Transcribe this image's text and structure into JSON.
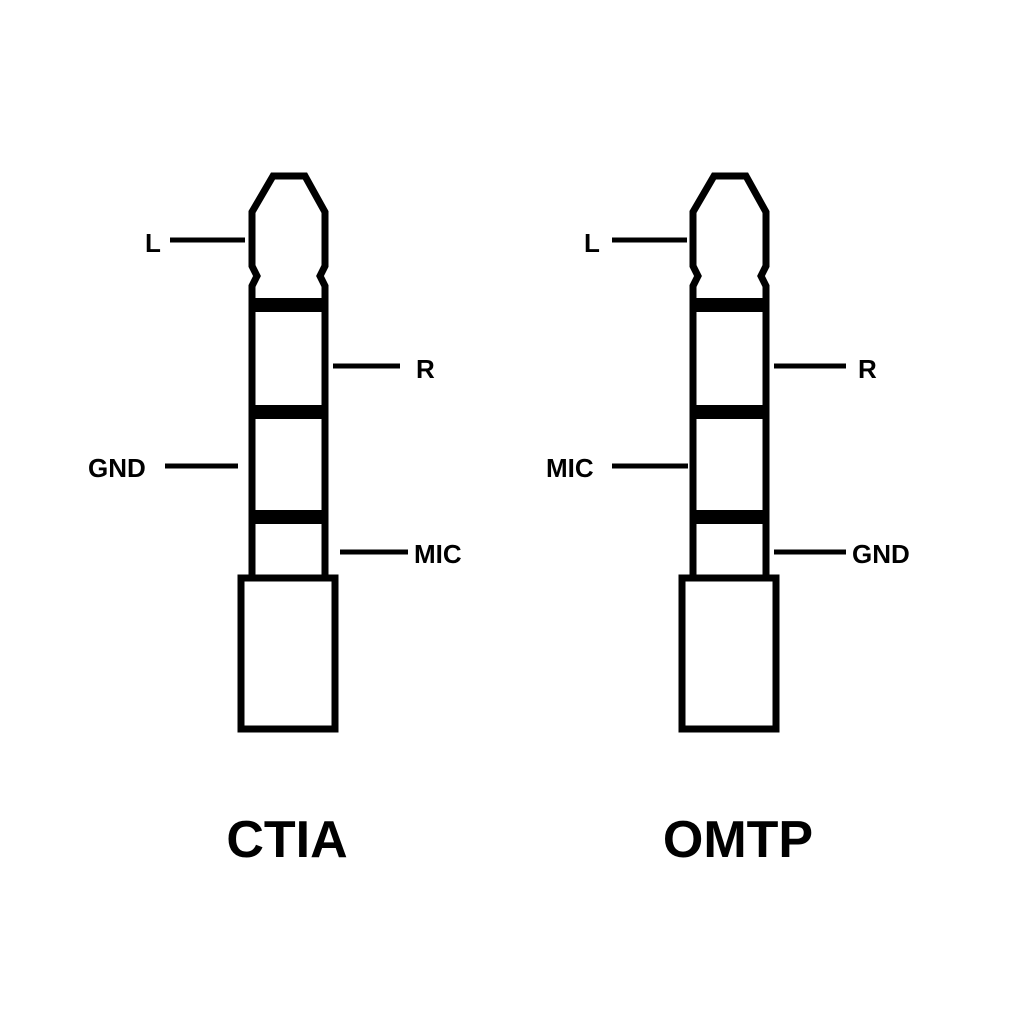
{
  "colors": {
    "line": "#000000",
    "background": "#ffffff"
  },
  "ctia": {
    "title": "CTIA",
    "pins": {
      "tip": "L",
      "ring1": "R",
      "ring2": "GND",
      "sleeve": "MIC"
    }
  },
  "omtp": {
    "title": "OMTP",
    "pins": {
      "tip": "L",
      "ring1": "R",
      "ring2": "MIC",
      "sleeve": "GND"
    }
  }
}
